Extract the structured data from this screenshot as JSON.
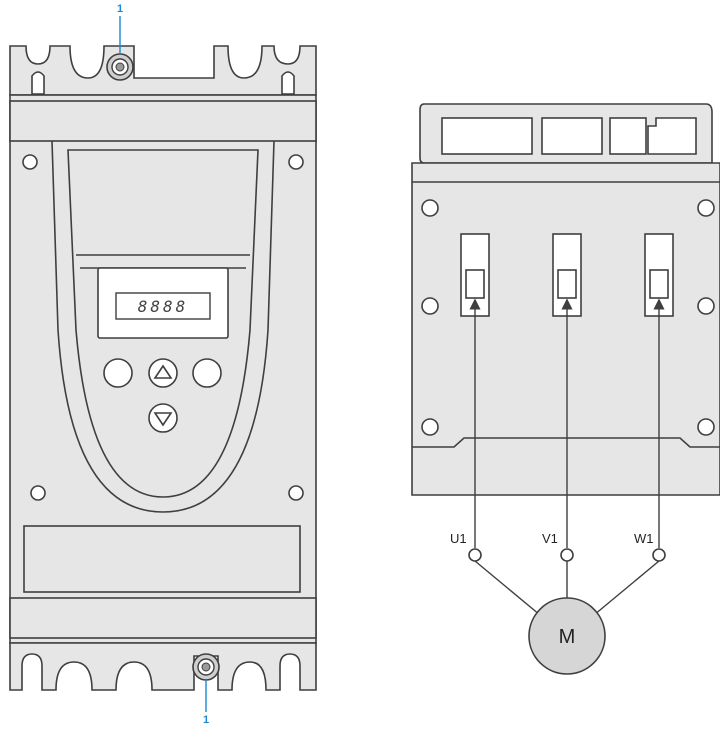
{
  "callouts": {
    "top": "1",
    "bottom": "1"
  },
  "display": {
    "text": "8888"
  },
  "terminals": {
    "u": "U1",
    "v": "V1",
    "w": "W1"
  },
  "motor": {
    "label": "M"
  },
  "colors": {
    "callout": "#1a8ad2",
    "body": "#e6e6e6",
    "outline": "#3f3f3f",
    "motor": "#d6d6d6"
  },
  "icons": [
    "up-arrow-icon",
    "down-arrow-icon",
    "screw-icon"
  ]
}
